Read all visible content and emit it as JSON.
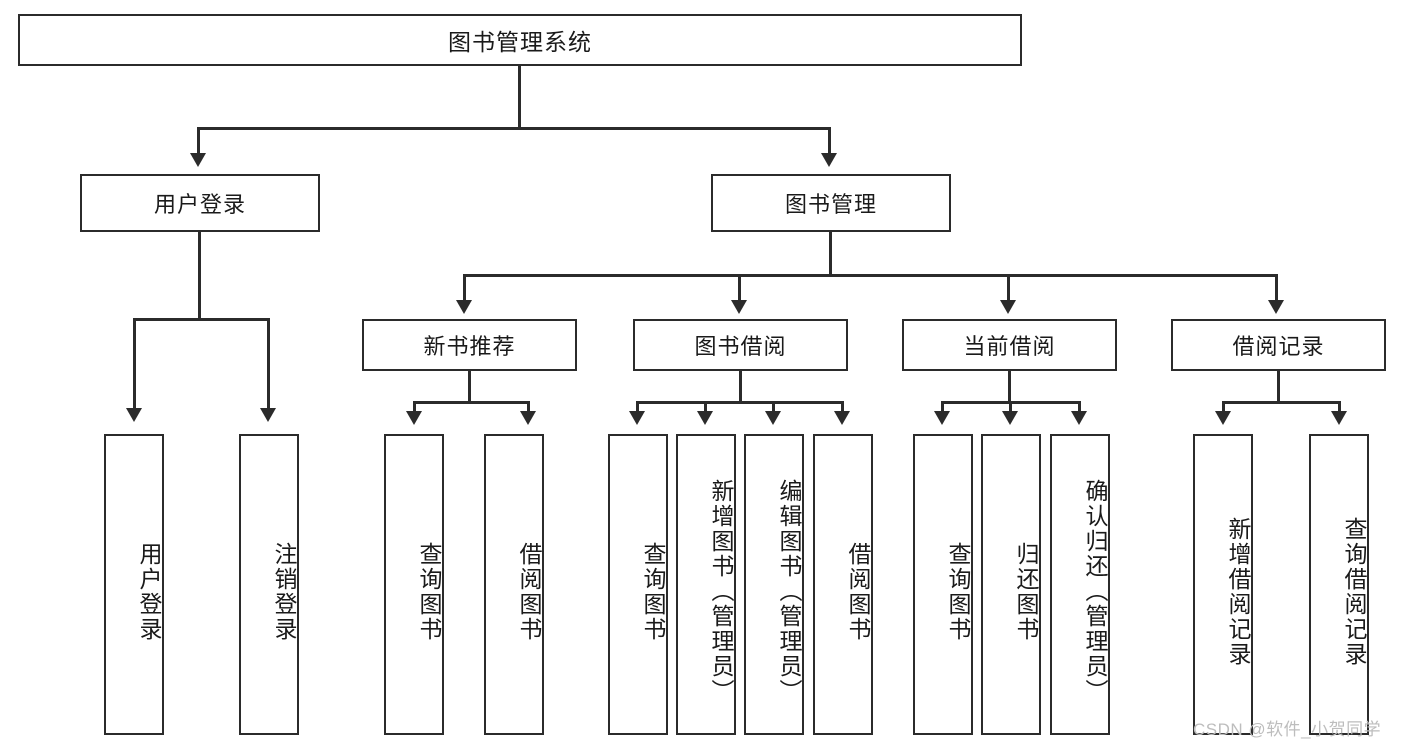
{
  "diagram": {
    "type": "hierarchy-tree",
    "title": "图书管理系统",
    "watermark": "CSDN @软件_小贺同学",
    "colors": {
      "stroke": "#2b2b2b",
      "fill": "#ffffff",
      "text": "#1a1a1a",
      "watermark": "#bdbdbd"
    },
    "levels": [
      {
        "level": 0,
        "labels": [
          "图书管理系统"
        ]
      },
      {
        "level": 1,
        "labels": [
          "用户登录",
          "图书管理"
        ]
      },
      {
        "level": 2,
        "labels": [
          "新书推荐",
          "图书借阅",
          "当前借阅",
          "借阅记录"
        ]
      },
      {
        "level": 3,
        "labels": [
          "用户登录",
          "注销登录",
          "查询图书",
          "借阅图书",
          "查询图书",
          "新增图书（管理员）",
          "编辑图书（管理员）",
          "借阅图书",
          "查询图书",
          "归还图书",
          "确认归还（管理员）",
          "新增借阅记录",
          "查询借阅记录"
        ]
      }
    ],
    "nodes": {
      "root": {
        "label": "图书管理系统"
      },
      "user_login": {
        "label": "用户登录"
      },
      "book_manage": {
        "label": "图书管理"
      },
      "new_book_rec": {
        "label": "新书推荐"
      },
      "book_borrow": {
        "label": "图书借阅"
      },
      "current_borrow": {
        "label": "当前借阅"
      },
      "borrow_record": {
        "label": "借阅记录"
      },
      "leaf_user_login": {
        "label": "用户登录"
      },
      "leaf_logout": {
        "label": "注销登录"
      },
      "leaf_query_book_1": {
        "label": "查询图书"
      },
      "leaf_borrow_book_1": {
        "label": "借阅图书"
      },
      "leaf_query_book_2": {
        "label": "查询图书"
      },
      "leaf_add_book_admin": {
        "label": "新增图书（管理员）"
      },
      "leaf_edit_book_admin": {
        "label": "编辑图书（管理员）"
      },
      "leaf_borrow_book_2": {
        "label": "借阅图书"
      },
      "leaf_query_book_3": {
        "label": "查询图书"
      },
      "leaf_return_book": {
        "label": "归还图书"
      },
      "leaf_confirm_return_admin": {
        "label": "确认归还（管理员）"
      },
      "leaf_add_borrow_record": {
        "label": "新增借阅记录"
      },
      "leaf_query_borrow_record": {
        "label": "查询借阅记录"
      }
    },
    "edges": [
      {
        "from": "root",
        "to": "user_login"
      },
      {
        "from": "root",
        "to": "book_manage"
      },
      {
        "from": "user_login",
        "to": "leaf_user_login"
      },
      {
        "from": "user_login",
        "to": "leaf_logout"
      },
      {
        "from": "book_manage",
        "to": "new_book_rec"
      },
      {
        "from": "book_manage",
        "to": "book_borrow"
      },
      {
        "from": "book_manage",
        "to": "current_borrow"
      },
      {
        "from": "book_manage",
        "to": "borrow_record"
      },
      {
        "from": "new_book_rec",
        "to": "leaf_query_book_1"
      },
      {
        "from": "new_book_rec",
        "to": "leaf_borrow_book_1"
      },
      {
        "from": "book_borrow",
        "to": "leaf_query_book_2"
      },
      {
        "from": "book_borrow",
        "to": "leaf_add_book_admin"
      },
      {
        "from": "book_borrow",
        "to": "leaf_edit_book_admin"
      },
      {
        "from": "book_borrow",
        "to": "leaf_borrow_book_2"
      },
      {
        "from": "current_borrow",
        "to": "leaf_query_book_3"
      },
      {
        "from": "current_borrow",
        "to": "leaf_return_book"
      },
      {
        "from": "current_borrow",
        "to": "leaf_confirm_return_admin"
      },
      {
        "from": "borrow_record",
        "to": "leaf_add_borrow_record"
      },
      {
        "from": "borrow_record",
        "to": "leaf_query_borrow_record"
      }
    ]
  }
}
